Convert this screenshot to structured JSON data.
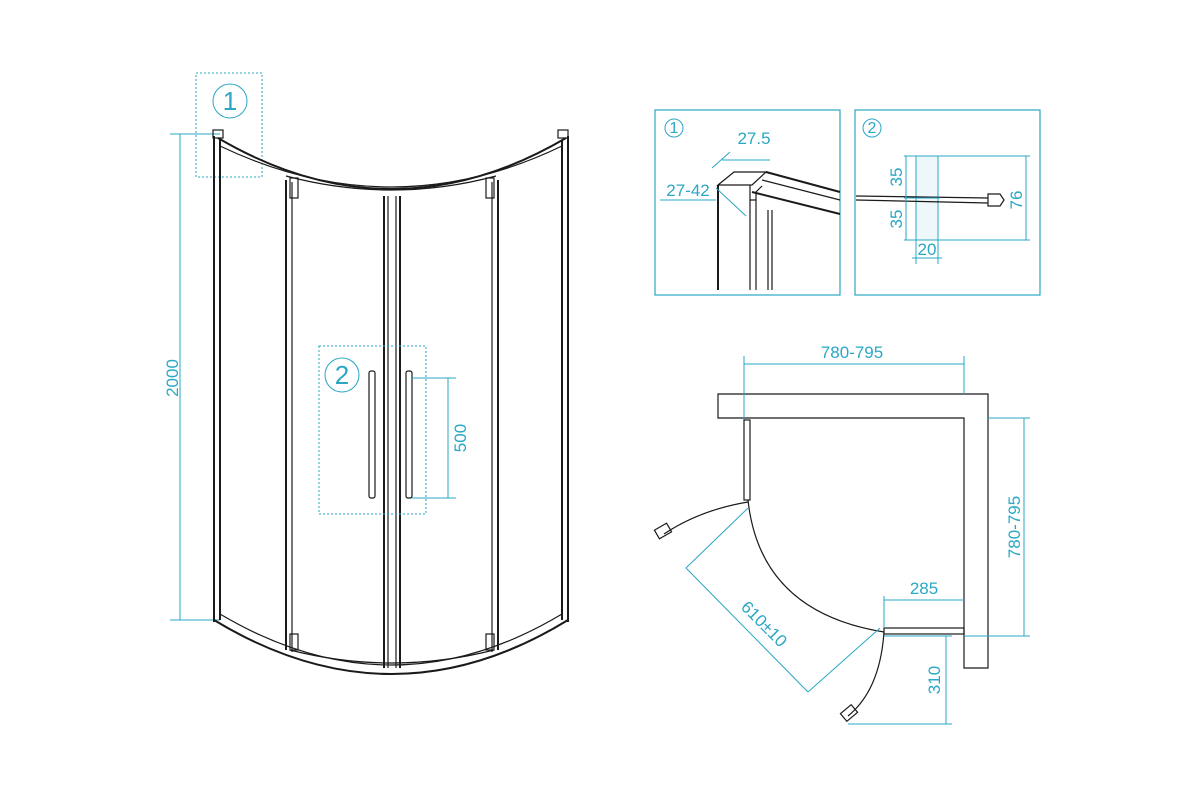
{
  "colors": {
    "dimension": "#2aa7c4",
    "outline": "#1a1a1a",
    "background": "#ffffff"
  },
  "front_view": {
    "callout_1": "1",
    "callout_2": "2",
    "height_dim": "2000",
    "handle_dim": "500"
  },
  "detail_1": {
    "number": "1",
    "profile_width": "27.5",
    "adjustment": "27-42"
  },
  "detail_2": {
    "number": "2",
    "upper_offset": "35",
    "lower_offset": "35",
    "total": "76",
    "width": "20"
  },
  "plan_view": {
    "width_dim": "780-795",
    "depth_dim": "780-795",
    "entry_dim": "610±10",
    "side_dim_horizontal": "285",
    "side_dim_vertical": "310"
  }
}
